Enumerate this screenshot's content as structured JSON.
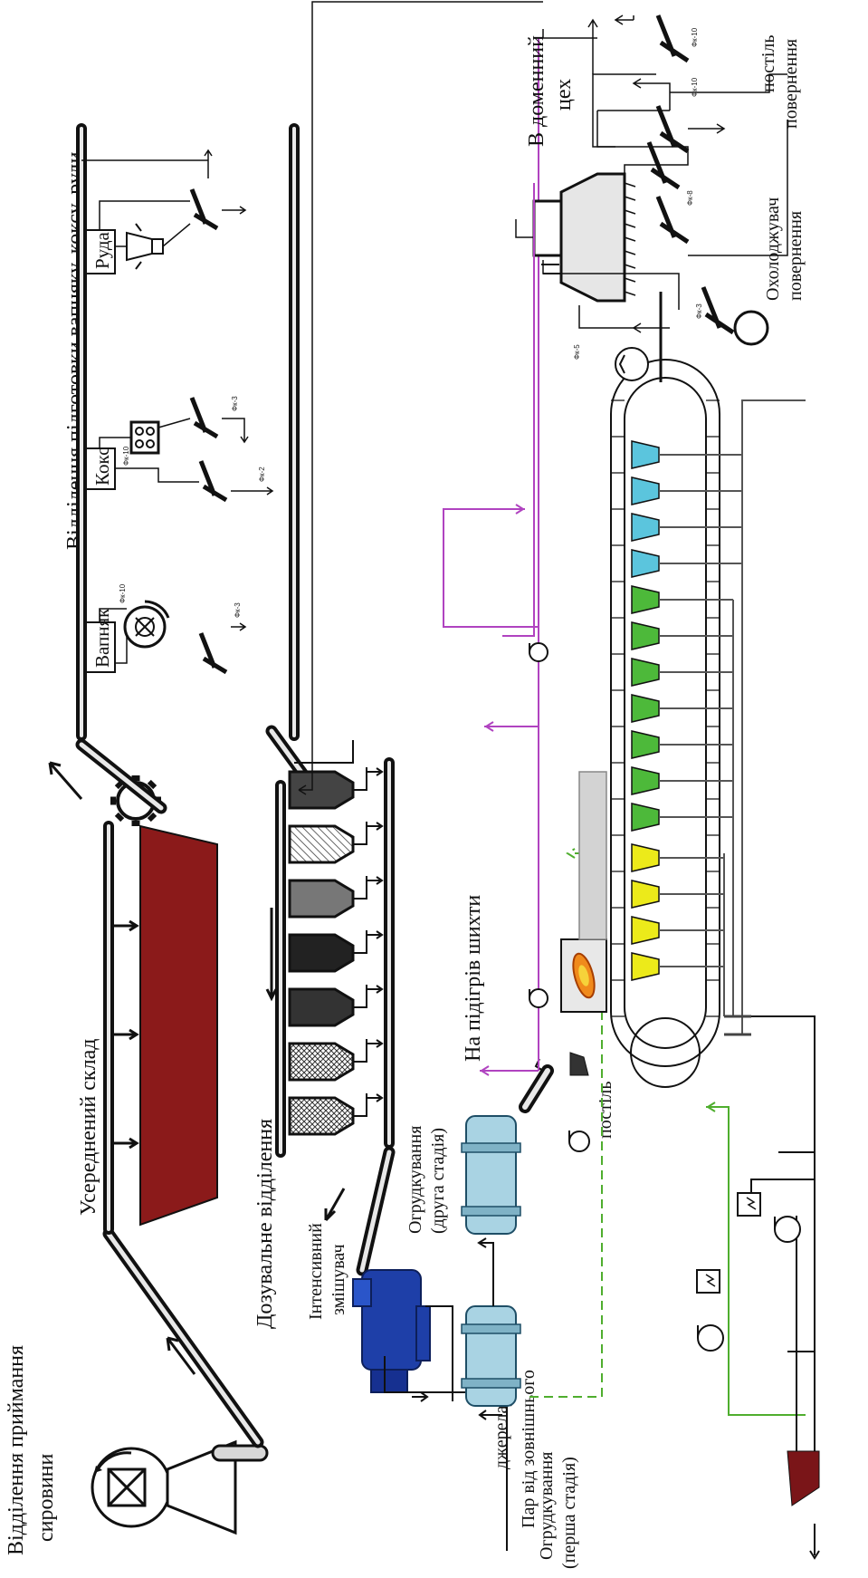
{
  "labels": {
    "raw_receiving": [
      "Відділення приймання",
      "сировини"
    ],
    "averaging_warehouse": "Усереднений склад",
    "prep_department": "Відділення підготовки вапняку, коксу, руди",
    "limestone": "Вапняк",
    "coke": "Кокс",
    "ore": "Руда",
    "dosing_department": "Дозувальне відділення",
    "intensive_mixer": [
      "Інтенсивний",
      "змішувач"
    ],
    "steam_source": [
      "Пар від зовнішнього",
      "джерела"
    ],
    "pelletizing_stage1": [
      "Огрудкування",
      "(перша стадія)"
    ],
    "pelletizing_stage2": [
      "Огрудкування",
      "(друга стадія)"
    ],
    "charge_heating": "На підігрів шихти",
    "hearth_layer_left": "постіль",
    "to_blast_furnace": [
      "В доменний",
      "цех"
    ],
    "hearth_layer_right": "постіль",
    "return_right": "повернення",
    "cooler_returns": [
      "Охолоджувач",
      "повернення"
    ],
    "screen_tags": [
      "Фк-3",
      "Фк-2",
      "Фк-3",
      "Фк-10",
      "Фк-10",
      "Фк-3",
      "Фк-5",
      "Фк-8",
      "Фк-10",
      "Фк-10"
    ]
  },
  "colors": {
    "warehouse_pile": "#8b1a1a",
    "mixer": "#1e3fa8",
    "drum": "#a9d3e3",
    "zone_cool": "#5bc5dd",
    "zone_mid": "#4db93a",
    "zone_hot": "#ecea1a",
    "gas_line": "#b043c0",
    "steam_line": "#4fae2e",
    "stack": "#7a1518"
  }
}
